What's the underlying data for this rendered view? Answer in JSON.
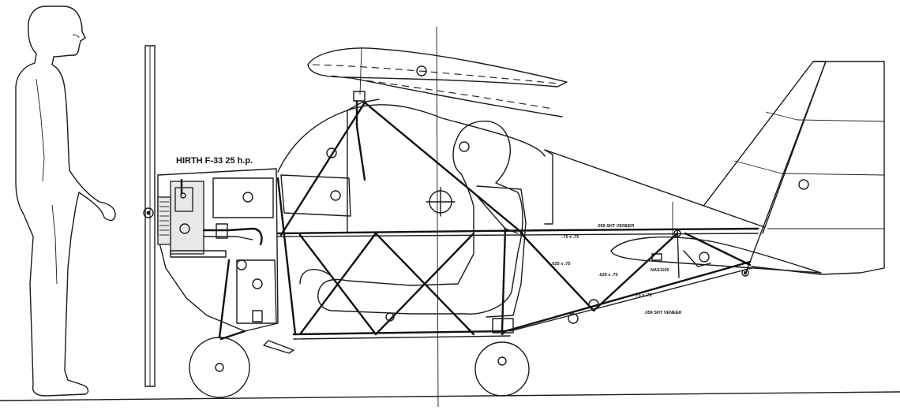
{
  "labels": {
    "engine": "HIRTH F-33 25 h.p.",
    "veneer_top": ".059 SHT VENEER",
    "dim_top": ".75 x .75",
    "dim_mid1": ".625 x .75",
    "dim_mid2": ".625 x .75",
    "bolt": "NAS1105",
    "dim_low": ".75 x .75",
    "veneer_bottom": ".059 SHT VENEER"
  }
}
